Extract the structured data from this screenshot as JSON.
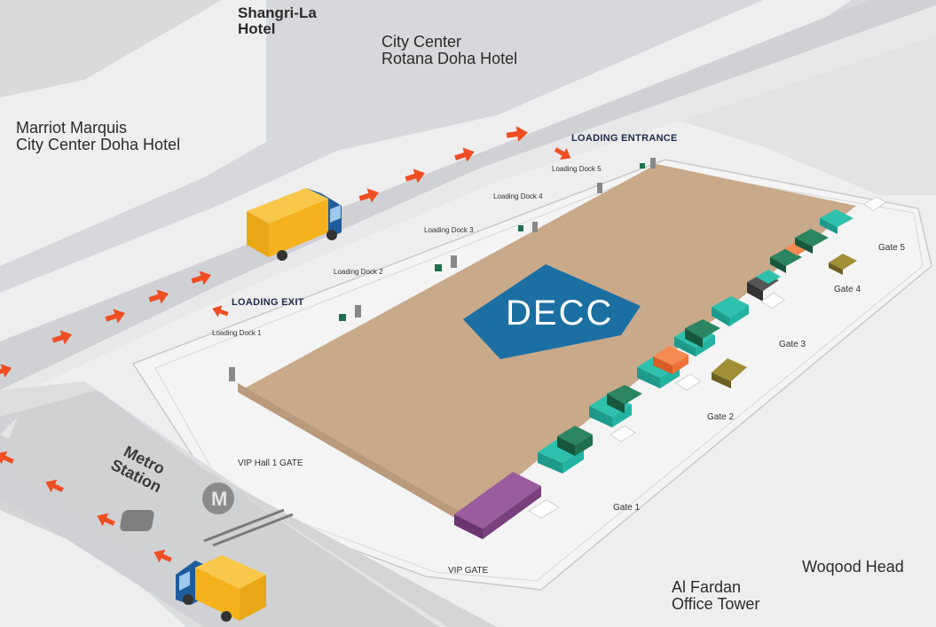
{
  "colors": {
    "background": "#eeeeef",
    "road": "#cfd1d4",
    "road_light": "#dcdddf",
    "venue_floor": "#c8a98a",
    "venue_base": "#f3f3f3",
    "logo": "#1b6fa3",
    "arrow": "#ef4e23",
    "booth_teal": "#23b3a2",
    "booth_dark_green": "#1e6f4e",
    "booth_orange": "#f07238",
    "booth_olive": "#8a7a2a",
    "booth_purple": "#7a3f7d",
    "truck_cargo": "#f5b21d",
    "truck_cab": "#1f5c9e"
  },
  "landmarks": {
    "shangri_la": [
      "Shangri-La",
      "Hotel"
    ],
    "rotana": [
      "City Center",
      "Rotana Doha Hotel"
    ],
    "marriott": [
      "Marriot Marquis",
      "City Center Doha Hotel"
    ],
    "woqood": "Woqood Head",
    "al_fardan": [
      "Al Fardan",
      "Office Tower"
    ]
  },
  "metro": {
    "label": [
      "Metro",
      "Station"
    ],
    "icon": "metro-train-icon"
  },
  "loading": {
    "entrance": "LOADING ENTRANCE",
    "exit": "LOADING EXIT",
    "docks": [
      "Loading Dock 1",
      "Loading Dock 2",
      "Loading Dock 3",
      "Loading Dock 4",
      "Loading Dock 5"
    ]
  },
  "gates": {
    "gate1": "Gate 1",
    "gate2": "Gate 2",
    "gate3": "Gate 3",
    "gate4": "Gate 4",
    "gate5": "Gate 5",
    "vip": "VIP GATE",
    "vip_hall": "VIP Hall 1 GATE"
  },
  "logo": {
    "text": "DECC"
  },
  "icons": {
    "arrow": "direction-arrow-icon",
    "truck": "truck-icon"
  }
}
